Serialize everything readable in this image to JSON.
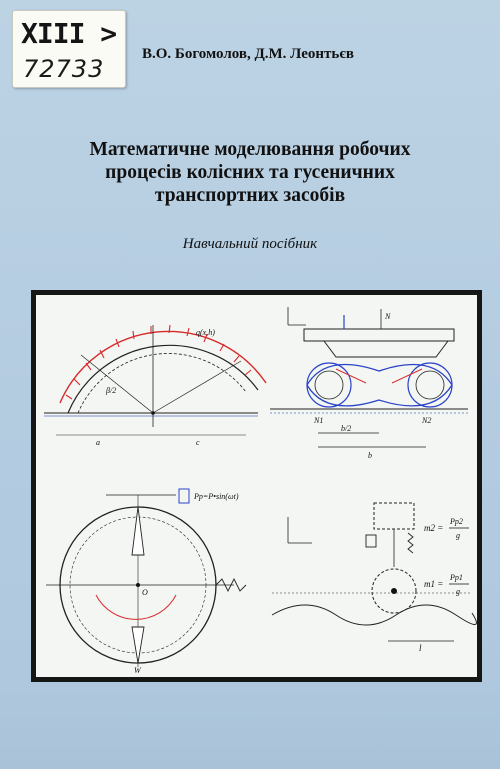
{
  "library_sticker": {
    "line1": "XIII >",
    "line2": "72733"
  },
  "authors": "В.О. Богомолов, Д.М. Леонтьєв",
  "title_lines": [
    "Математичне моделювання робочих",
    "процесів колісних та гусеничних",
    "транспортних засобів"
  ],
  "subtitle": "Навчальний посібник",
  "figures": {
    "top_left": {
      "load_label": "q(x,h)",
      "angle_label": "β/2",
      "left_letter": "a",
      "right_letter": "c"
    },
    "top_right": {
      "load_label": "N",
      "dim_left": "b/2",
      "dim_full": "b",
      "n1": "N1",
      "n2": "N2"
    },
    "bottom_left": {
      "formula": "Pp=P•sin(ωt)",
      "side_label": "W",
      "center": "O"
    },
    "bottom_right": {
      "m2": "m2 =",
      "m2_frac_num": "Pp2",
      "m2_frac_den": "g",
      "m1": "m1 =",
      "m1_frac_num": "Pp1",
      "m1_frac_den": "g",
      "dim": "l"
    }
  },
  "colors": {
    "background": "#b4cde0",
    "frame_border": "#161616",
    "accent_red": "#d62a2a",
    "accent_blue": "#2a44c8"
  }
}
